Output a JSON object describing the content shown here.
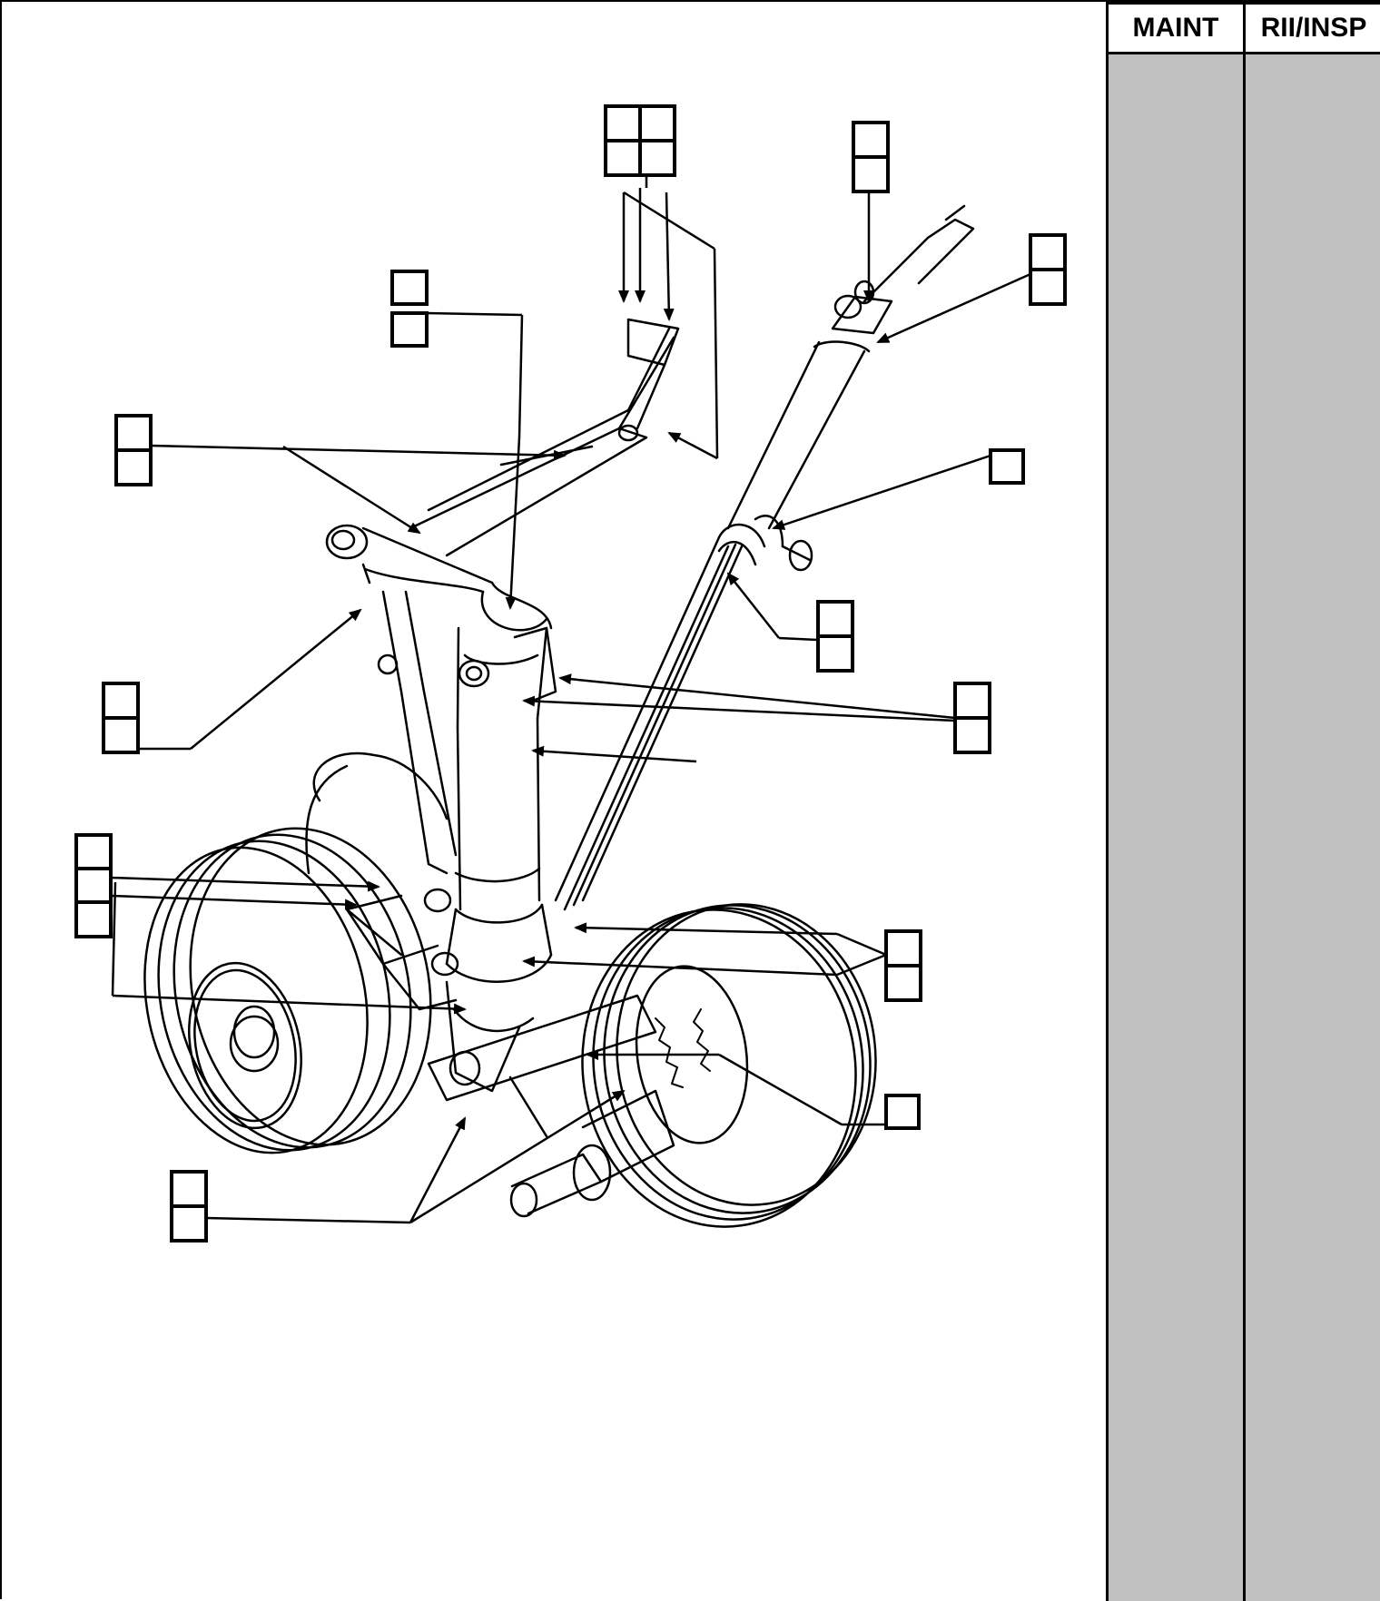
{
  "sidebar": {
    "maint_label": "MAINT",
    "rii_label": "RII/INSP",
    "fill_color": "#c0c0c0"
  },
  "diagram": {
    "line_color": "#000000",
    "callout_boxes": [
      {
        "id": "a",
        "cells": 4
      },
      {
        "id": "b",
        "cells": 2
      },
      {
        "id": "c",
        "cells": 2
      },
      {
        "id": "d",
        "cells": 2
      },
      {
        "id": "e",
        "cells": 2
      },
      {
        "id": "f",
        "cells": 1
      },
      {
        "id": "g",
        "cells": 2
      },
      {
        "id": "h",
        "cells": 2
      },
      {
        "id": "i",
        "cells": 2
      },
      {
        "id": "j",
        "cells": 3
      },
      {
        "id": "k",
        "cells": 2
      },
      {
        "id": "l",
        "cells": 1
      },
      {
        "id": "m",
        "cells": 2
      }
    ]
  }
}
